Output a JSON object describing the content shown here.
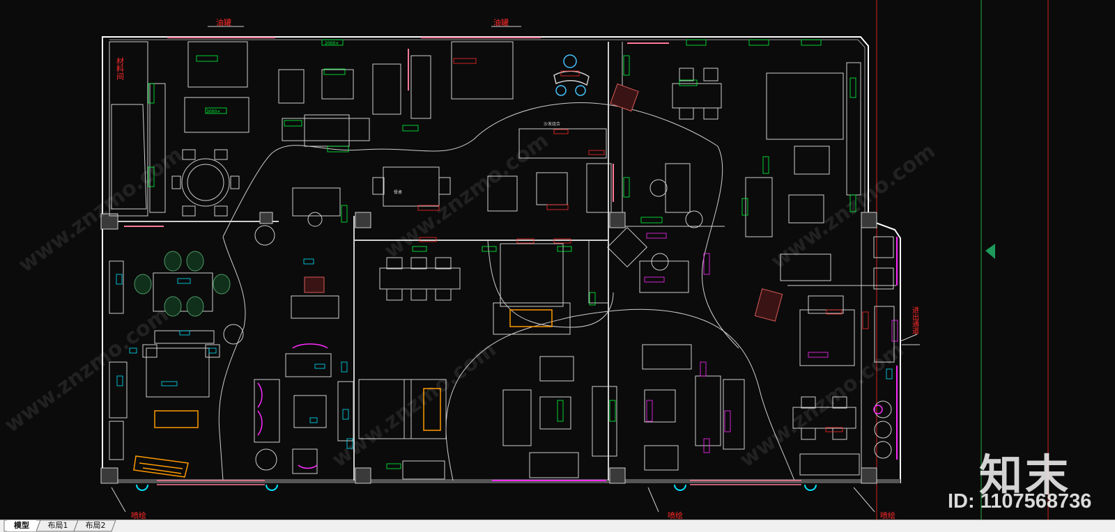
{
  "labels": {
    "top_left": "油罐",
    "top_center": "油罐",
    "left_vertical": "材料间",
    "right_vertical": "进出通道",
    "bottom_left": "喷绘",
    "bottom_center": "喷绘",
    "bottom_right": "喷绘",
    "table_label": "2000×",
    "dim_label": "3000×",
    "room_label": "餐桌",
    "sofa_label": "沙发组合"
  },
  "tabs": [
    {
      "label": "模型",
      "active": true
    },
    {
      "label": "布局1",
      "active": false
    },
    {
      "label": "布局2",
      "active": false
    }
  ],
  "watermark": {
    "site": "www.znzmo.com",
    "brand": "知末",
    "id_text": "ID: 1107568736"
  },
  "colors": {
    "wall": "#ffffff",
    "furniture": "#cfcfcf",
    "label_green": "#00ff3c",
    "label_red": "#ff2a2a",
    "label_magenta": "#ff2aff",
    "orange": "#ff9a00",
    "cyan": "#00e5ff",
    "pink": "#ff7a9a",
    "line_red": "#d81f1f",
    "line_green": "#2aa84a"
  }
}
